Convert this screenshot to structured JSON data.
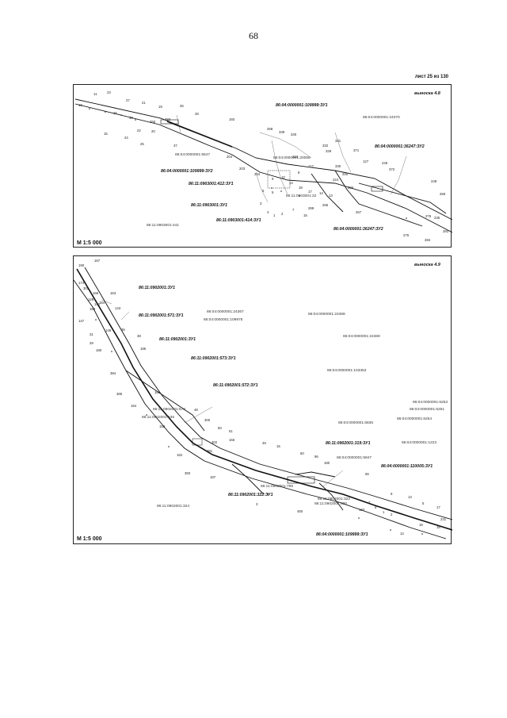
{
  "page": {
    "number": "68",
    "sheet": "лист 25 из 130"
  },
  "panels": [
    {
      "title": "выноска 4.8",
      "scale": "М 1:5 000",
      "bold_labels": [
        "86:04:0000001:109999:ЗУ1",
        "86:04:0000001:36247:ЗУ2",
        "86:04:0000001:109999:ЗУ2",
        "86:11:0903001:412:ЗУ1",
        "86:11:0903001:ЗУ1",
        "86:11:0903001:414:ЗУ1",
        "86:04:0000001:36247:ЗУ2"
      ],
      "cadastral_labels": [
        "86:04:0000001:24370",
        "86:04:0000001:5647",
        "86:11:0903001:441",
        "86:11:0903001:22",
        "86:04:0000001:20056"
      ],
      "numbers": [
        "11",
        "23",
        "27",
        "21",
        "19",
        "26",
        "12",
        "16",
        "30",
        "250",
        "232",
        "28",
        "193",
        "15",
        "24",
        "22",
        "20",
        "25",
        "37",
        "204",
        "203",
        "268",
        "339",
        "340",
        "331",
        "332",
        "329",
        "371",
        "127",
        "245",
        "372",
        "117",
        "113",
        "8",
        "234",
        "330",
        "225",
        "224",
        "206",
        "248",
        "269",
        "275",
        "235",
        "276",
        "284",
        "283",
        "267",
        "265",
        "289",
        "15",
        "4",
        "1",
        "2",
        "7",
        "3",
        "6",
        "5",
        "9",
        "10",
        "14",
        "18",
        "17",
        "14",
        "13"
      ]
    },
    {
      "title": "выноска 4.9",
      "scale": "М 1:5 000",
      "bold_labels": [
        "86:11:0902001:ЗУ1",
        "86:11:0902001:571:ЗУ1",
        "86:11:0902001:ЗУ1",
        "86:11:0902001:573:ЗУ1",
        "86:11:0902001:572:ЗУ1",
        "86:11:0902001:319:ЗУ1",
        "86:04:0000001:110005:ЗУ1",
        "86:11:0902001:322:ЗУ1",
        "86:04:0000001:109999:ЗУ1"
      ],
      "cadastral_labels": [
        "86:04:0000001:24367",
        "86:04:0000001:109975",
        "86:04:0000001:24368",
        "86:04:0000001:24369",
        "86:04:0000001:103353",
        "86:04:0000001:6253",
        "86:04:0000001:6251",
        "86:04:0000001:6254",
        "86:04:0000001:6835",
        "86:04:0000001:1223",
        "86:04:0000001:5947",
        "86:11:0902001:572",
        "86:11:0902001:535",
        "86:11:0902001:324",
        "86:11:0902001:796",
        "86:11:0902001:322",
        "86:11:0902001:800"
      ],
      "numbers": [
        "167",
        "190",
        "174",
        "301",
        "165",
        "163",
        "143",
        "184",
        "129",
        "141",
        "147",
        "153",
        "149",
        "31",
        "36",
        "29",
        "38",
        "180",
        "186",
        "384",
        "386",
        "164",
        "154",
        "48",
        "158",
        "300",
        "50",
        "51",
        "166",
        "162",
        "383",
        "302",
        "381",
        "49",
        "15",
        "60",
        "96",
        "180",
        "65",
        "187",
        "3",
        "450",
        "133",
        "9",
        "13",
        "5",
        "17",
        "231",
        "14",
        "16",
        "18",
        "2",
        "1",
        "8",
        "7"
      ]
    }
  ]
}
